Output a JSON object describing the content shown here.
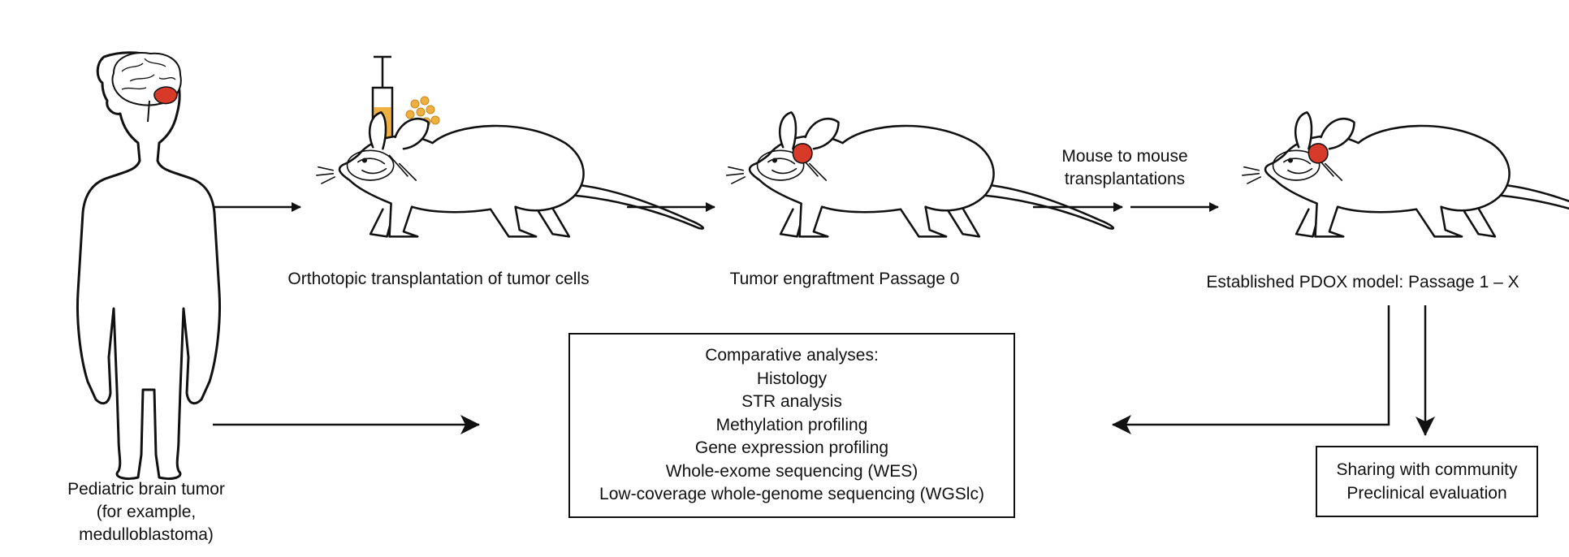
{
  "colors": {
    "line": "#111111",
    "tumor_red": "#d83a2a",
    "syringe_fill": "#f0b040",
    "cells": "#f0b040"
  },
  "labels": {
    "patient": [
      "Pediatric brain tumor",
      "(for example,",
      "medulloblastoma)"
    ],
    "orthotopic": "Orthotopic transplantation of tumor cells",
    "engraftment": "Tumor engraftment Passage 0",
    "transfer": [
      "Mouse to mouse",
      "transplantations"
    ],
    "established": "Established PDOX model: Passage 1 – X"
  },
  "analyses_box": {
    "lines": [
      "Comparative analyses:",
      "Histology",
      "STR analysis",
      "Methylation profiling",
      "Gene expression profiling",
      "Whole-exome sequencing (WES)",
      "Low-coverage whole-genome sequencing (WGSlc)"
    ]
  },
  "sharing_box": {
    "lines": [
      "Sharing with community",
      "Preclinical evaluation"
    ]
  },
  "icons": [
    "child-silhouette-icon",
    "brain-icon",
    "syringe-icon",
    "tumor-cells-icon",
    "mouse-icon"
  ]
}
